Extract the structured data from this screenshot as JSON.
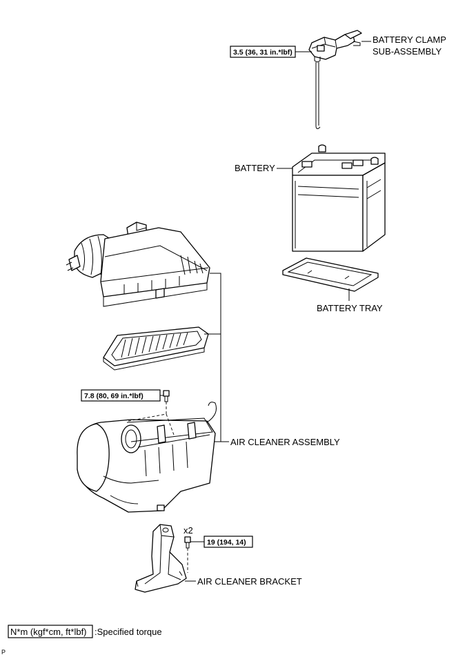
{
  "labels": {
    "battery_clamp_line1": "BATTERY CLAMP",
    "battery_clamp_line2": "SUB-ASSEMBLY",
    "battery": "BATTERY",
    "battery_tray": "BATTERY TRAY",
    "air_cleaner_assembly": "AIR CLEANER ASSEMBLY",
    "air_cleaner_bracket": "AIR CLEANER BRACKET",
    "quantity": "x2"
  },
  "torques": {
    "clamp": "3.5 (36, 31 in.*lbf)",
    "air_cleaner": "7.8 (80, 69 in.*lbf)",
    "bracket": "19 (194, 14)"
  },
  "legend": {
    "unit": "N*m (kgf*cm, ft*lbf)",
    "text": ":Specified torque"
  },
  "corner_mark": "P"
}
